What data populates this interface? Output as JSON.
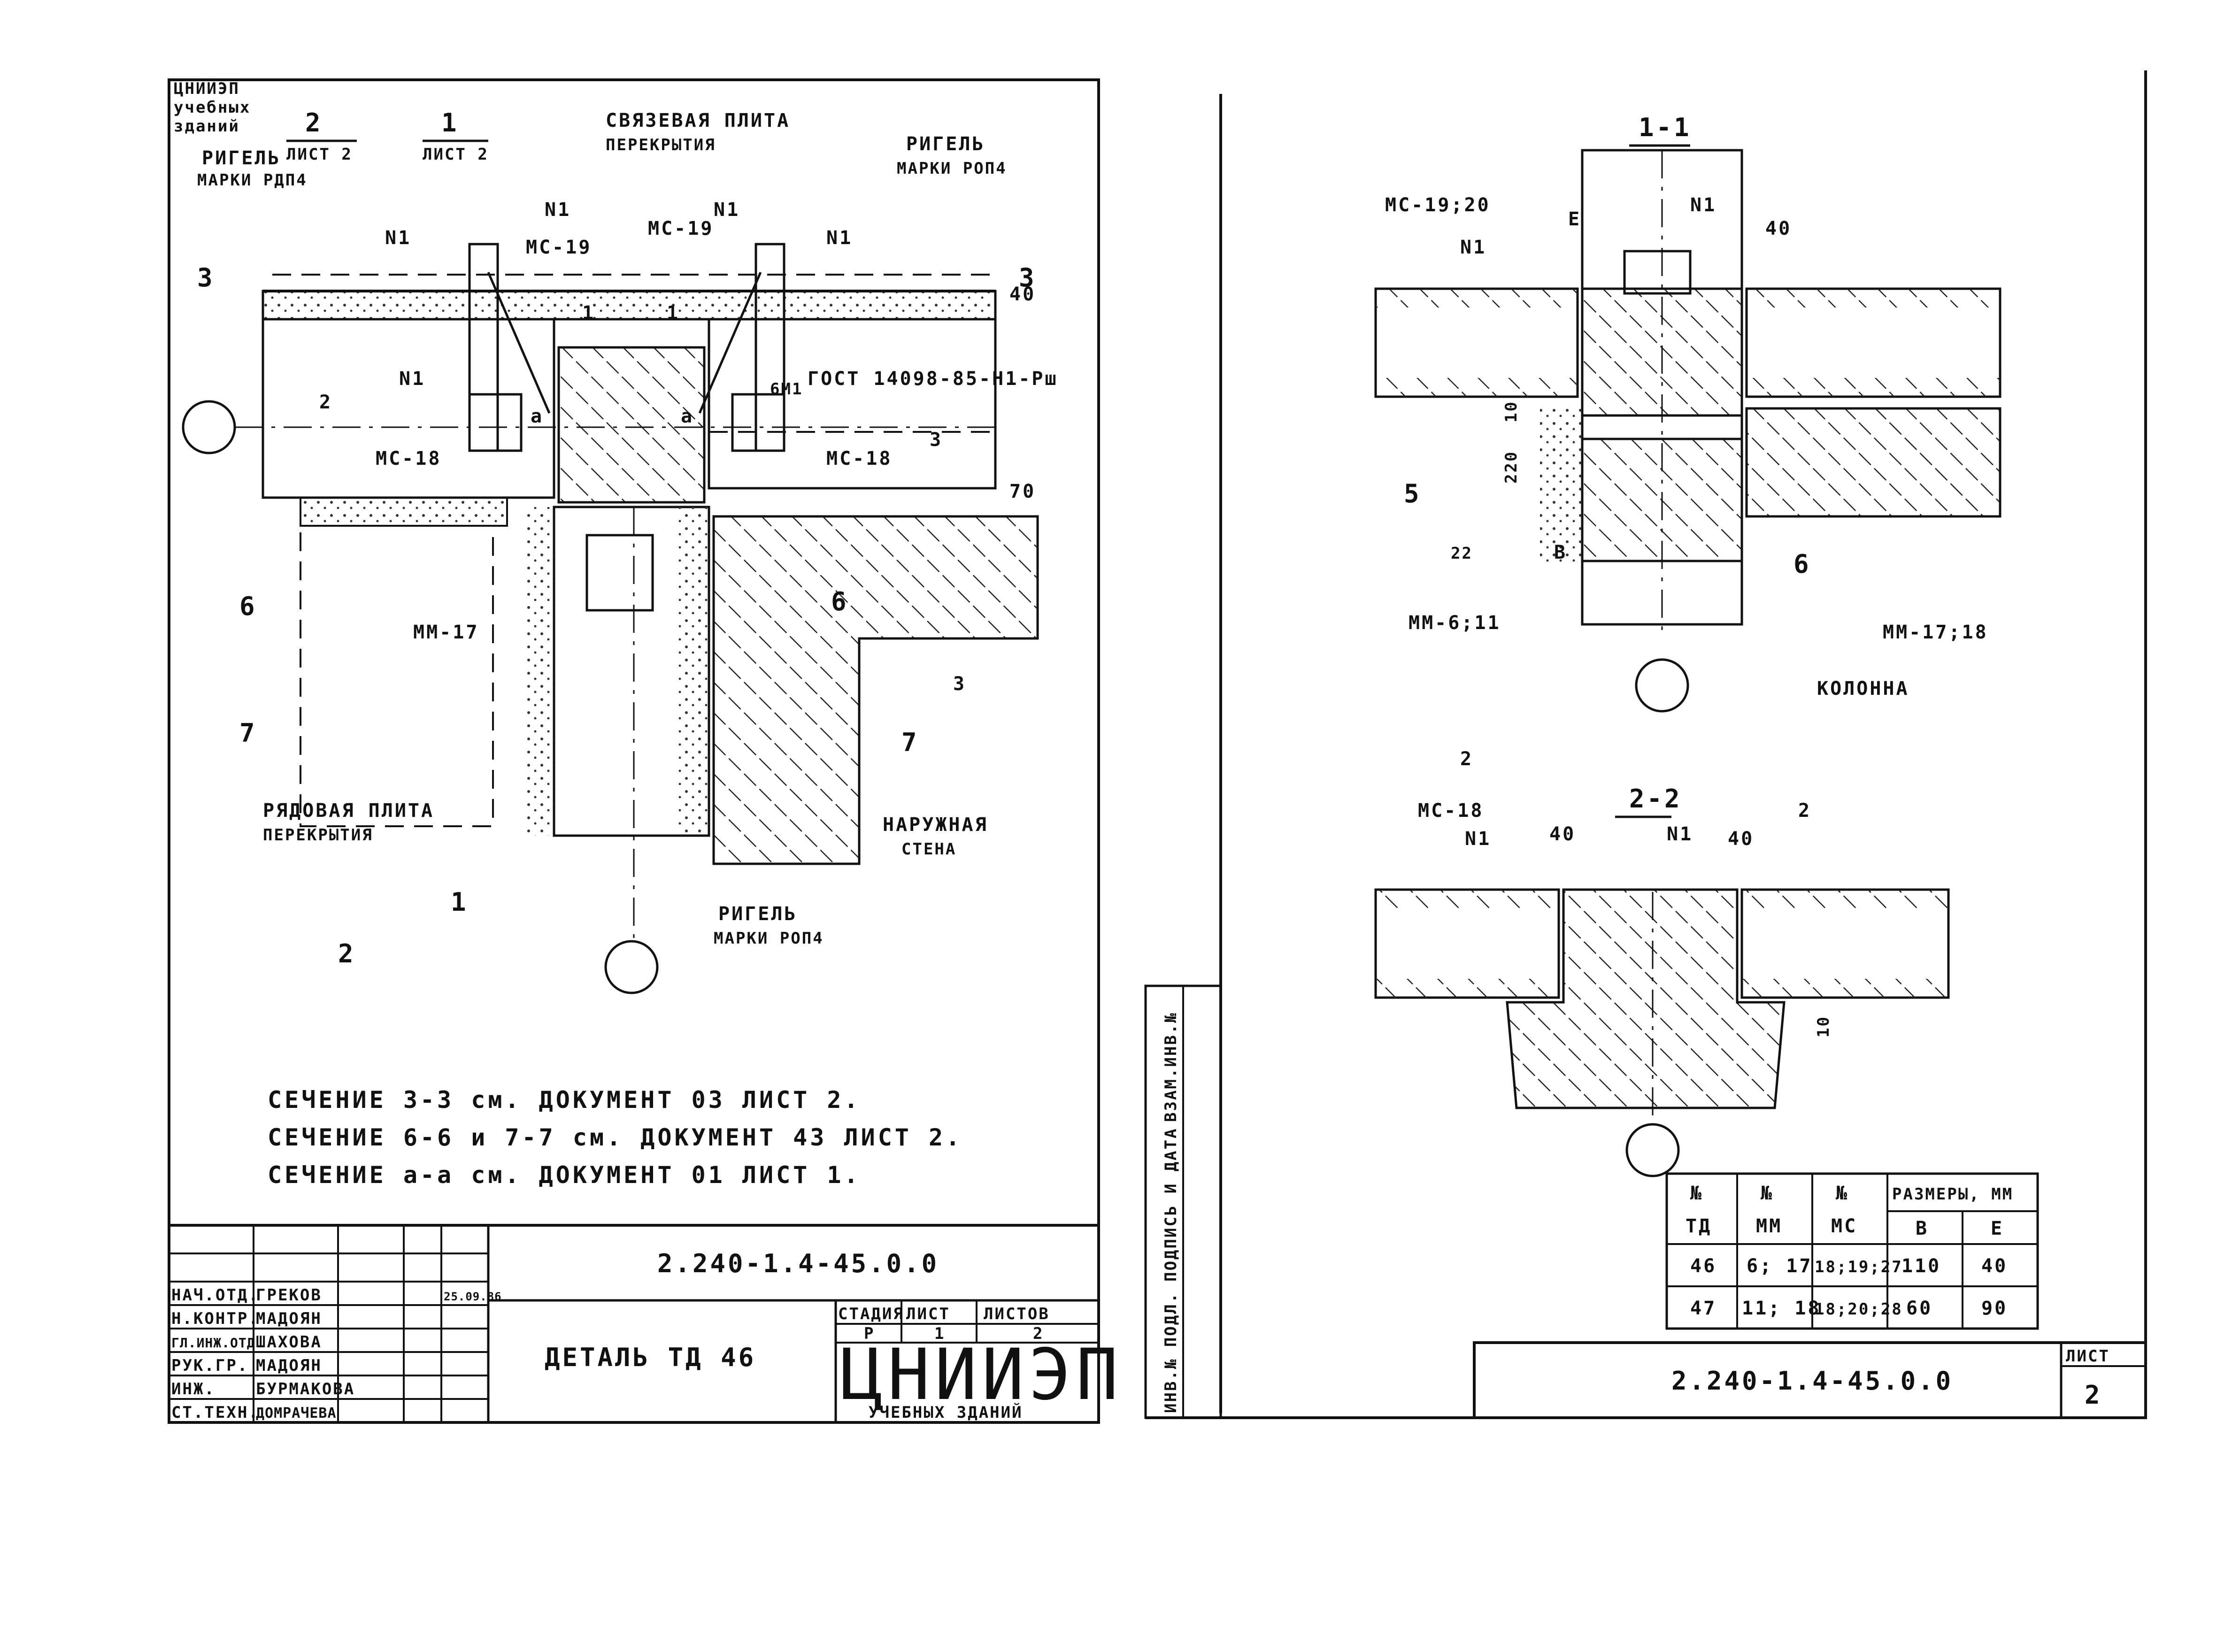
{
  "sheet_left": {
    "corner_stamp": [
      "ЦНИИЭП",
      "учебных",
      "зданий"
    ],
    "section_refs": [
      {
        "num": "2",
        "sheet": "ЛИСТ 2"
      },
      {
        "num": "1",
        "sheet": "ЛИСТ 2"
      }
    ],
    "labels": {
      "rigel_left": [
        "РИГЕЛЬ",
        "МАРКИ РДП4"
      ],
      "tie_slab": [
        "СВЯЗЕВАЯ ПЛИТА",
        "ПЕРЕКРЫТИЯ"
      ],
      "rigel_right": [
        "РИГЕЛЬ",
        "МАРКИ РОП4"
      ],
      "n1": "N1",
      "mc19": "МС-19",
      "mc18": "МС-18",
      "mm17": "ММ-17",
      "gost": "ГОСТ 14098-85-Н1-Рш",
      "weld": "6М1",
      "a": "а",
      "one": "1",
      "two": "2",
      "three": "3",
      "six": "6",
      "seven": "7",
      "dim40": "40",
      "dim70": "70",
      "row_slab": [
        "РЯДОВАЯ ПЛИТА",
        "ПЕРЕКРЫТИЯ"
      ],
      "outer_wall": [
        "НАРУЖНАЯ",
        "СТЕНА"
      ],
      "rigel_bottom": [
        "РИГЕЛЬ",
        "МАРКИ РОП4"
      ]
    },
    "notes": [
      "СЕЧЕНИЕ 3-3 см. ДОКУМЕНТ 03 ЛИСТ 2.",
      "СЕЧЕНИЕ 6-6 и 7-7 см. ДОКУМЕНТ 43 ЛИСТ 2.",
      "СЕЧЕНИЕ а-а см. ДОКУМЕНТ 01 ЛИСТ 1."
    ],
    "title_block": {
      "doc_code": "2.240-1.4-45.0.0",
      "title": "ДЕТАЛЬ ТД 46",
      "roles": [
        {
          "role": "НАЧ.ОТД.",
          "name": "ГРЕКОВ",
          "date": "25.09.86"
        },
        {
          "role": "Н.КОНТР.",
          "name": "МАДОЯН",
          "date": ""
        },
        {
          "role": "ГЛ.ИНЖ.ОТД",
          "name": "ШАХОВА",
          "date": ""
        },
        {
          "role": "РУК.ГР.",
          "name": "МАДОЯН",
          "date": ""
        },
        {
          "role": "ИНЖ.",
          "name": "БУРМАКОВА",
          "date": ""
        },
        {
          "role": "СТ.ТЕХН.",
          "name": "ДОМРАЧЕВА",
          "date": ""
        }
      ],
      "stage_headers": [
        "СТАДИЯ",
        "ЛИСТ",
        "ЛИСТОВ"
      ],
      "stage_values": [
        "Р",
        "1",
        "2"
      ],
      "org": "ЦНИИЭП",
      "org_sub": "УЧЕБНЫХ ЗДАНИЙ"
    }
  },
  "sheet_right": {
    "side_strip": [
      "ИНВ.№ ПОДЛ.",
      "ПОДПИСЬ И ДАТА",
      "ВЗАМ.ИНВ.№"
    ],
    "section_11": {
      "title": "1-1",
      "labels": {
        "mc1920": "МС-19;20",
        "n1": "N1",
        "e": "Е",
        "dim40": "40",
        "dim10": "10",
        "dim220": "220",
        "dim22": "22",
        "b": "В",
        "five": "5",
        "six": "6",
        "mm611": "ММ-6;11",
        "mm1718": "ММ-17;18",
        "column": "КОЛОННА"
      }
    },
    "section_22": {
      "title": "2-2",
      "labels": {
        "two_left": "2",
        "two_right": "2",
        "mc18": "МС-18",
        "n1_left": "N1",
        "n1_right": "N1",
        "dim40_left": "40",
        "dim40_right": "40",
        "dim10": "10"
      }
    },
    "table": {
      "headers": [
        [
          "№",
          "ТД"
        ],
        [
          "№",
          "ММ"
        ],
        [
          "№",
          "МС"
        ]
      ],
      "size_header": "РАЗМЕРЫ, ММ",
      "size_cols": [
        "В",
        "Е"
      ],
      "rows": [
        [
          "46",
          "6; 17",
          "18;19;27",
          "110",
          "40"
        ],
        [
          "47",
          "11; 18",
          "18;20;28",
          "60",
          "90"
        ]
      ]
    },
    "title_block": {
      "doc_code": "2.240-1.4-45.0.0",
      "sheet_label": "ЛИСТ",
      "sheet_no": "2"
    }
  }
}
